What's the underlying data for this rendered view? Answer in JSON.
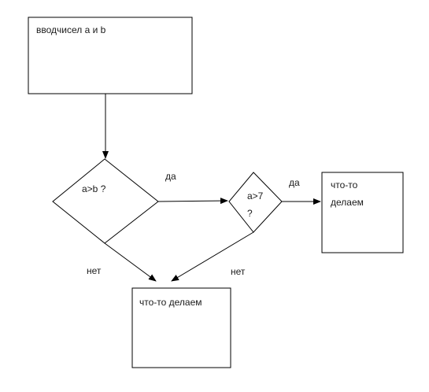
{
  "nodes": {
    "input_box": {
      "text": "вводчисел а и b"
    },
    "decision_a_gt_b": {
      "text": "a>b ?"
    },
    "decision_a_gt_7": {
      "line1": "a>7",
      "line2": "?"
    },
    "action_right": {
      "line1": "что-то",
      "line2": "делаем"
    },
    "action_bottom": {
      "text": "что-то делаем"
    }
  },
  "edges": {
    "a_gt_b_yes": {
      "label": "да"
    },
    "a_gt_b_no": {
      "label": "нет"
    },
    "a_gt_7_yes": {
      "label": "да"
    },
    "a_gt_7_no": {
      "label": "нет"
    }
  }
}
